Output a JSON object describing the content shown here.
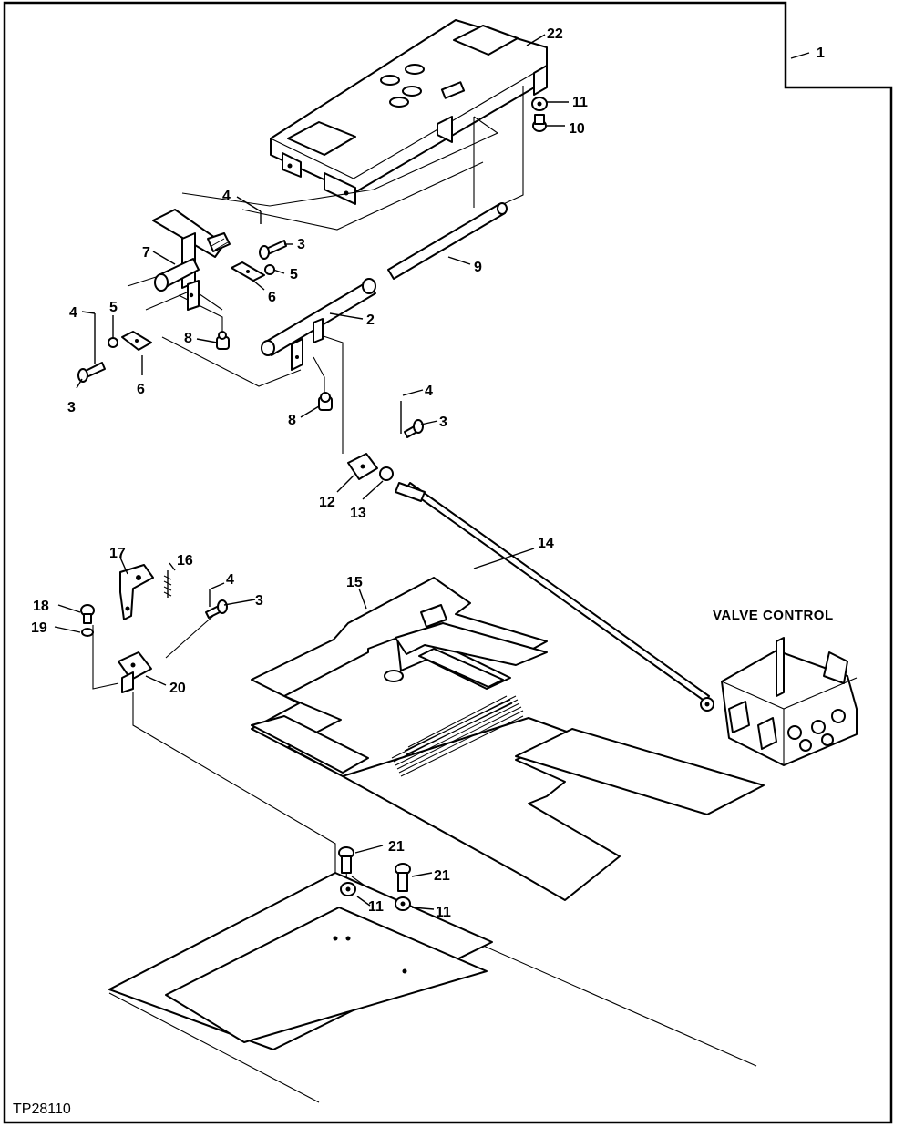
{
  "figure_id": "TP28110",
  "callout_valve": "VALVE CONTROL",
  "callouts": {
    "c1": "1",
    "c2": "2",
    "c3a": "3",
    "c3b": "3",
    "c3c": "3",
    "c3d": "3",
    "c4a": "4",
    "c4b": "4",
    "c4c": "4",
    "c4d": "4",
    "c5a": "5",
    "c5b": "5",
    "c6a": "6",
    "c6b": "6",
    "c7": "7",
    "c8a": "8",
    "c8b": "8",
    "c9": "9",
    "c10": "10",
    "c11a": "11",
    "c11b": "11",
    "c11c": "11",
    "c12": "12",
    "c13": "13",
    "c14": "14",
    "c15": "15",
    "c16": "16",
    "c17": "17",
    "c18": "18",
    "c19": "19",
    "c20": "20",
    "c21a": "21",
    "c21b": "21",
    "c22": "22"
  }
}
